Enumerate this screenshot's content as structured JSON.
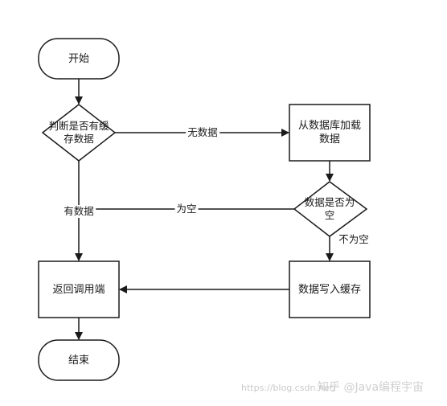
{
  "nodes": {
    "start": "开始",
    "check_cache": "判断是否有缓存数据",
    "load_db": "从数据库加载数据",
    "check_empty": "数据是否为空",
    "write_cache": "数据写入缓存",
    "return_caller": "返回调用端",
    "end": "结束"
  },
  "edges": {
    "no_data": "无数据",
    "has_data": "有数据",
    "is_empty": "为空",
    "not_empty": "不为空"
  },
  "watermark": {
    "url": "https://blog.csdn.net/",
    "author": "知乎 @Java编程宇宙"
  },
  "colors": {
    "stroke": "#1a1a1a",
    "fill": "#ffffff",
    "watermark": "#c9c9c9"
  }
}
